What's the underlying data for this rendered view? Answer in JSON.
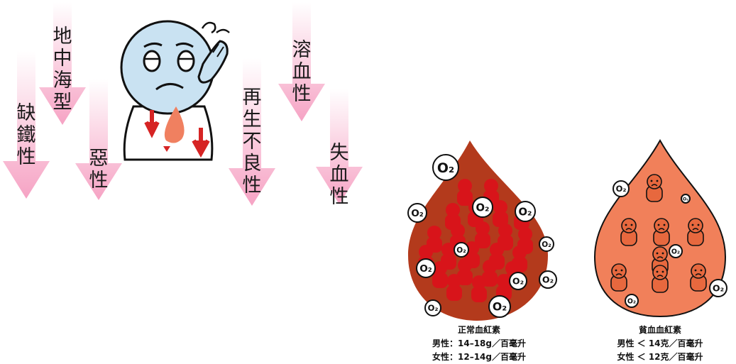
{
  "categories": [
    {
      "label": "缺\n鐵\n性"
    },
    {
      "label": "地\n中\n海\n型"
    },
    {
      "label": "惡\n性"
    },
    {
      "label": "再\n生\n不\n良\n性"
    },
    {
      "label": "溶\n血\n性"
    },
    {
      "label": "失\n血\n性"
    }
  ],
  "oxygen_label": "O₂",
  "normal": {
    "title": "正常血紅素",
    "male": "男性：14–18g／百毫升",
    "female": "女性：12–14g／百毫升"
  },
  "anemia": {
    "title": "貧血血紅素",
    "male": "男性 ＜ 14克／百毫升",
    "female": "女性 ＜ 12克／百毫升"
  },
  "colors": {
    "arrow": "#f6a3c4",
    "normal_drop": "#b33a1c",
    "normal_cell": "#d8141a",
    "anemia_drop": "#f1805a",
    "anemia_cell": "#e7683e",
    "person": "#c9e2f2",
    "down_arrow": "#d62424"
  }
}
